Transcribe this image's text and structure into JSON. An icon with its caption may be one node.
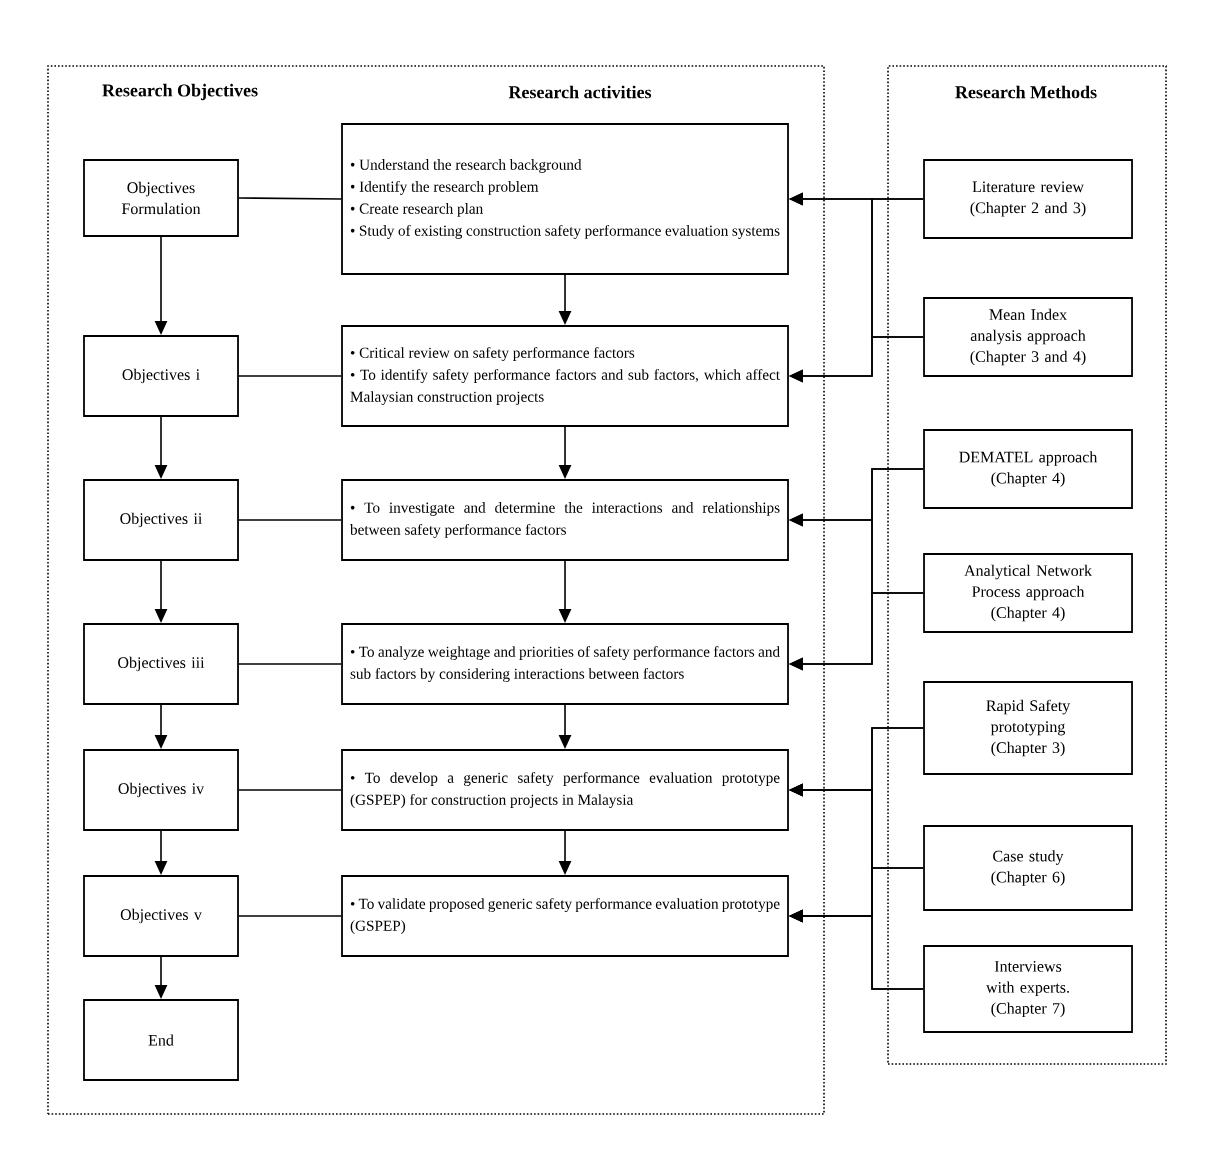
{
  "diagram": {
    "nodes": [
      {
        "text": [
          "Research Objectives",
          "Research activities"
        ]
      },
      {
        "text": [
          "Objectives Formulation"
        ],
        "in": 0
      },
      {
        "text": [
          "• Understand the research background",
          "• Identify the research problem",
          "• Create research plan",
          "• Study of existing construction safety performance evaluation systems"
        ],
        "in": 0
      },
      {
        "text": [
          "Objectives i"
        ],
        "in": 0
      },
      {
        "text": [
          "• Critical review on safety performance factors",
          "• To identify safety performance factors and sub factors, which affect Malaysian construction projects"
        ],
        "in": 0
      },
      {
        "text": [
          "Objectives ii"
        ],
        "in": 0
      },
      {
        "text": [
          "• To investigate and determine the interactions and relationships between safety performance factors"
        ],
        "in": 0
      },
      {
        "text": [
          "Objectives iii"
        ],
        "in": 0
      },
      {
        "text": [
          "• To analyze weightage and priorities of safety performance factors and sub factors by considering interactions between factors"
        ],
        "in": 0
      },
      {
        "text": [
          "Objectives iv"
        ],
        "in": 0
      },
      {
        "text": [
          "• To develop a generic safety performance evaluation prototype (GSPEP) for construction projects in Malaysia"
        ],
        "in": 0
      },
      {
        "text": [
          "Objectives v"
        ],
        "in": 0
      },
      {
        "text": [
          "• To validate proposed generic safety performance evaluation prototype (GSPEP)"
        ],
        "in": 0
      },
      {
        "text": [
          "End"
        ],
        "in": 0
      },
      {
        "text": [
          "Research Methods"
        ]
      },
      {
        "text": [
          "Literature review (Chapter 2 and 3)"
        ],
        "in": 14
      },
      {
        "text": [
          "Mean Index analysis approach (Chapter 3 and 4)"
        ],
        "in": 14
      },
      {
        "text": [
          "DEMATEL approach (Chapter 4)"
        ],
        "in": 14
      },
      {
        "text": [
          "Analytical Network Process approach (Chapter 4)"
        ],
        "in": 14
      },
      {
        "text": [
          "Rapid Safety prototyping (Chapter 3)"
        ],
        "in": 14
      },
      {
        "text": [
          "Case study (Chapter 6)"
        ],
        "in": 14
      },
      {
        "text": [
          "Interviews with experts. (Chapter 7)"
        ],
        "in": 14
      }
    ],
    "edges": [
      {
        "from": 1,
        "to": 2,
        "arrow": "none"
      },
      {
        "from": 3,
        "to": 4,
        "arrow": "none"
      },
      {
        "from": 5,
        "to": 6,
        "arrow": "none"
      },
      {
        "from": 7,
        "to": 8,
        "arrow": "none"
      },
      {
        "from": 9,
        "to": 10,
        "arrow": "none"
      },
      {
        "from": 11,
        "to": 12,
        "arrow": "none"
      },
      {
        "from": 1,
        "to": 3,
        "arrow": "to"
      },
      {
        "from": 3,
        "to": 5,
        "arrow": "to"
      },
      {
        "from": 5,
        "to": 7,
        "arrow": "to"
      },
      {
        "from": 7,
        "to": 9,
        "arrow": "to"
      },
      {
        "from": 9,
        "to": 11,
        "arrow": "to"
      },
      {
        "from": 11,
        "to": 13,
        "arrow": "to"
      },
      {
        "from": 2,
        "to": 4,
        "arrow": "to"
      },
      {
        "from": 4,
        "to": 6,
        "arrow": "to"
      },
      {
        "from": 6,
        "to": 8,
        "arrow": "to"
      },
      {
        "from": 8,
        "to": 10,
        "arrow": "to"
      },
      {
        "from": 10,
        "to": 12,
        "arrow": "to"
      },
      {
        "from": 15,
        "to": 2,
        "arrow": "to"
      },
      {
        "from": 15,
        "to": 4,
        "arrow": "to"
      },
      {
        "from": 16,
        "to": 2,
        "arrow": "to"
      },
      {
        "from": 16,
        "to": 4,
        "arrow": "to"
      },
      {
        "from": 17,
        "to": 6,
        "arrow": "to"
      },
      {
        "from": 17,
        "to": 8,
        "arrow": "to"
      },
      {
        "from": 18,
        "to": 6,
        "arrow": "to"
      },
      {
        "from": 18,
        "to": 8,
        "arrow": "to"
      },
      {
        "from": 19,
        "to": 10,
        "arrow": "to"
      },
      {
        "from": 19,
        "to": 12,
        "arrow": "to"
      },
      {
        "from": 20,
        "to": 10,
        "arrow": "to"
      },
      {
        "from": 20,
        "to": 12,
        "arrow": "to"
      },
      {
        "from": 21,
        "to": 10,
        "arrow": "to"
      },
      {
        "from": 21,
        "to": 12,
        "arrow": "to"
      }
    ]
  }
}
